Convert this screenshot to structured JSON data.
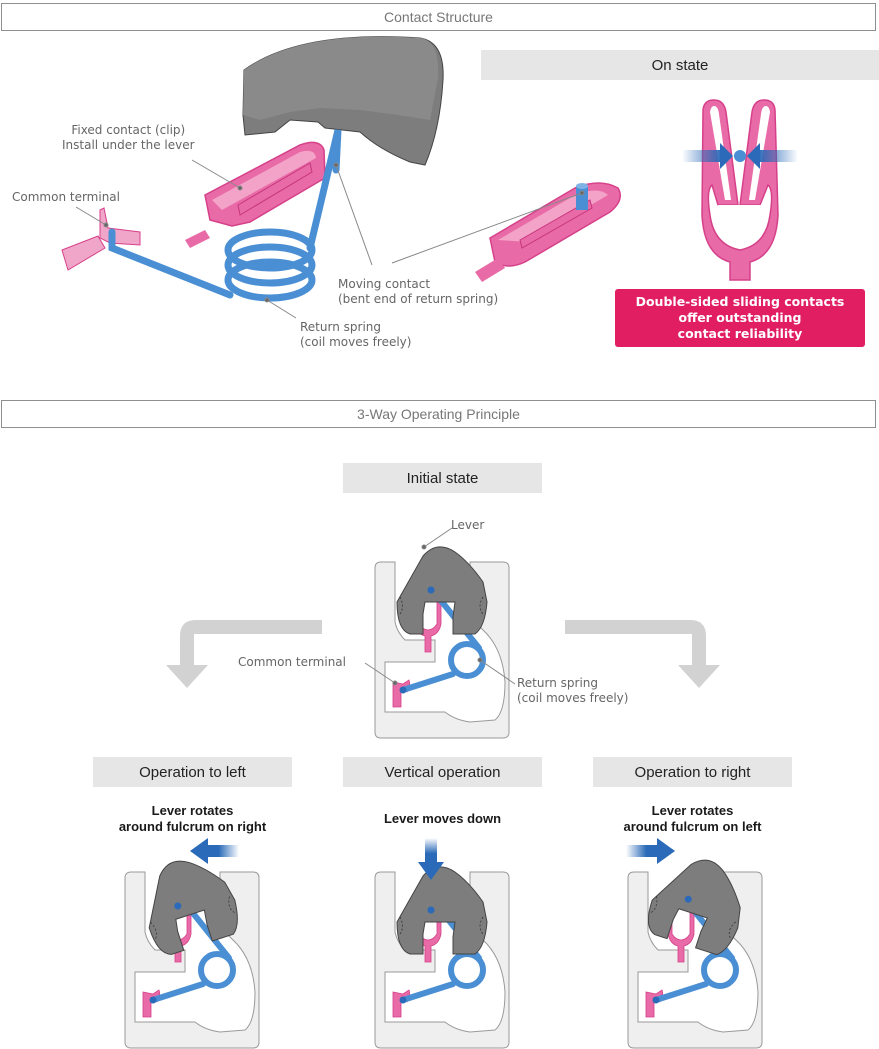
{
  "sections": {
    "contact_structure": {
      "title": "Contact Structure"
    },
    "operating_principle": {
      "title": "3-Way Operating Principle"
    }
  },
  "contact_structure": {
    "callouts": {
      "fixed_contact": "Fixed contact (clip)\nInstall under the lever",
      "common_terminal": "Common terminal",
      "moving_contact": "Moving contact\n(bent end of return spring)",
      "return_spring": "Return spring\n(coil moves freely)"
    },
    "on_state": {
      "label": "On state",
      "badge": "Double-sided sliding contacts\noffer outstanding\ncontact reliability"
    }
  },
  "operating_principle": {
    "initial_state": {
      "label": "Initial state",
      "callouts": {
        "lever": "Lever",
        "common_terminal": "Common terminal",
        "return_spring": "Return spring\n(coil moves freely)"
      }
    },
    "operations": [
      {
        "label": "Operation to left",
        "description": "Lever rotates\naround fulcrum on right",
        "direction": "left"
      },
      {
        "label": "Vertical operation",
        "description": "Lever moves down",
        "direction": "down"
      },
      {
        "label": "Operation to right",
        "description": "Lever rotates\naround fulcrum on left",
        "direction": "right"
      }
    ]
  },
  "colors": {
    "pink": "#e86aa6",
    "pink_dark": "#d6408a",
    "blue": "#4a8fd4",
    "blue_dark": "#2a6ab8",
    "lever_gray": "#7d7d7d",
    "housing": "#efefef",
    "badge": "#e21e63",
    "arrow_gray": "#d2d2d2"
  }
}
